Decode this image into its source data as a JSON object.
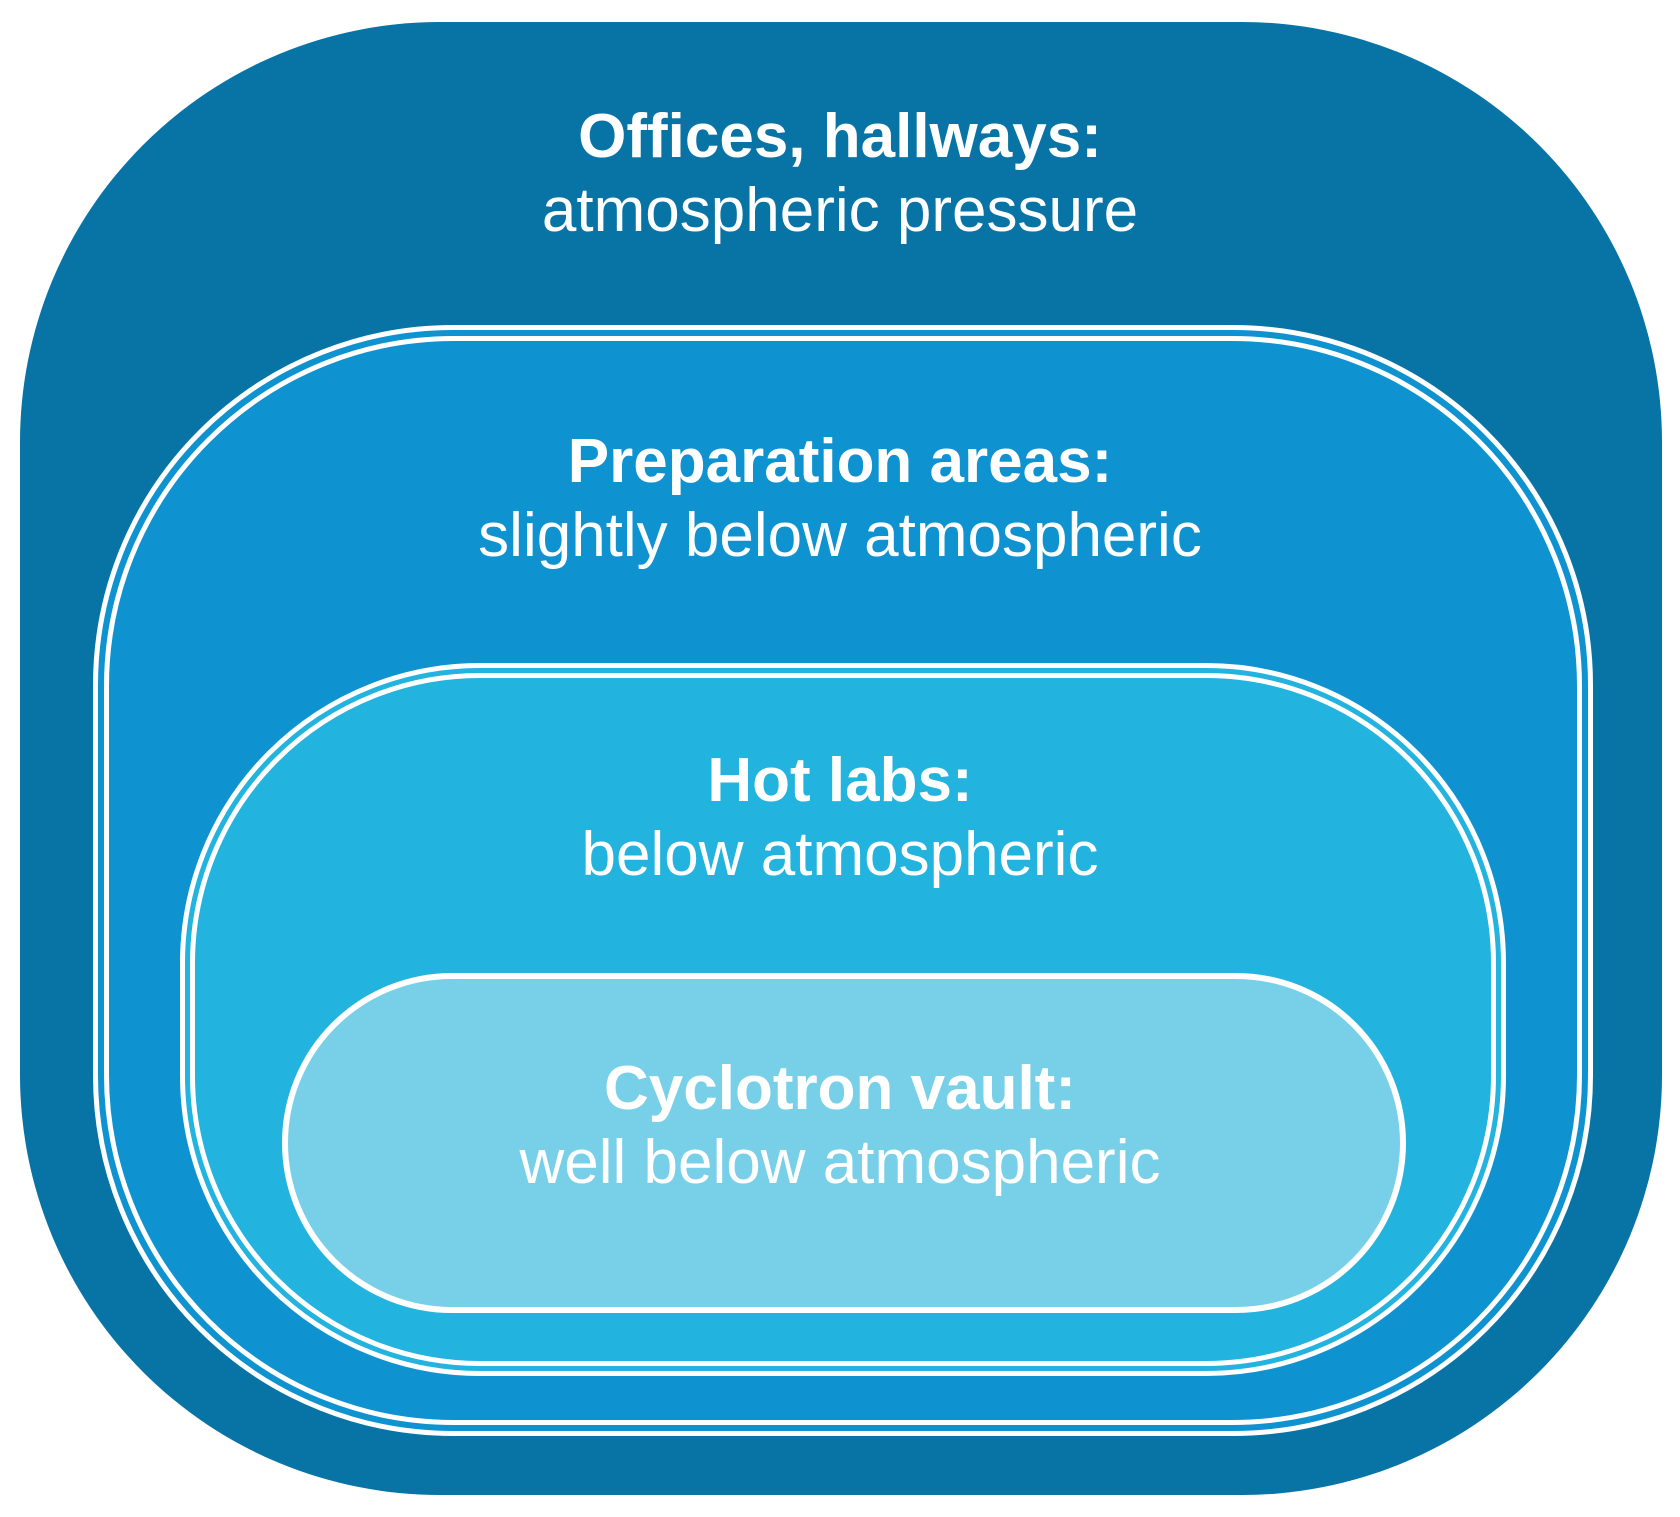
{
  "zones": {
    "offices": {
      "title": "Offices, hallways:",
      "pressure": "atmospheric pressure",
      "color": "#0874a6"
    },
    "preparation": {
      "title": "Preparation areas:",
      "pressure": "slightly below atmospheric",
      "color": "#0f93d0"
    },
    "hot_labs": {
      "title": "Hot labs:",
      "pressure": "below atmospheric",
      "color": "#22b3de"
    },
    "cyclotron": {
      "title": "Cyclotron vault:",
      "pressure": "well below atmospheric",
      "color": "#78d0e8"
    }
  }
}
